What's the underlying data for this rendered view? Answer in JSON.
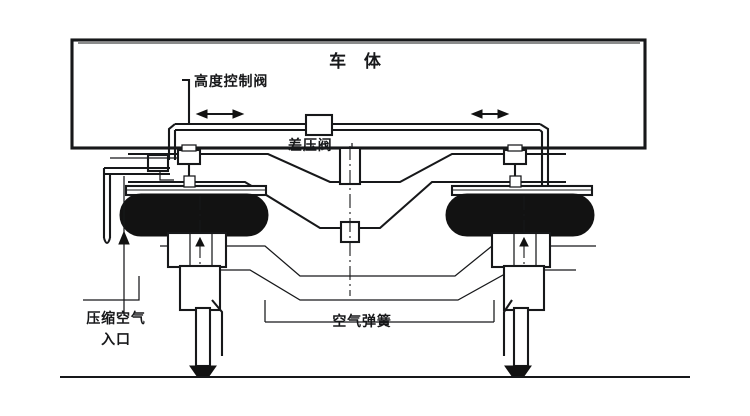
{
  "diagram": {
    "title_label": "车 体",
    "subject": "railway-air-spring-suspension-schematic",
    "background_color": "#ffffff",
    "line_color": "#17181a",
    "bellows_color": "#121212",
    "labels": {
      "car_body": "车 体",
      "height_control_valve": "高度控制阀",
      "differential_pressure_valve": "差压阀",
      "air_spring": "空气弹簧",
      "compressed_air_inlet_line1": "压缩空气",
      "compressed_air_inlet_line2": "入口"
    },
    "icons": {
      "flow_arrow_left": "double-arrow-icon",
      "flow_arrow_right": "double-arrow-icon",
      "inlet_arrow": "up-arrow-icon",
      "leader_line": "leader-line-icon"
    },
    "components": [
      {
        "name": "car-body",
        "label": "车 体"
      },
      {
        "name": "height-control-valve",
        "label": "高度控制阀"
      },
      {
        "name": "differential-pressure-valve",
        "label": "差压阀"
      },
      {
        "name": "air-spring-left",
        "label": "空气弹簧"
      },
      {
        "name": "air-spring-right",
        "label": "空气弹簧"
      },
      {
        "name": "compressed-air-inlet",
        "label": "压缩空气入口"
      },
      {
        "name": "bogie-frame",
        "label": ""
      },
      {
        "name": "wheel-left",
        "label": ""
      },
      {
        "name": "wheel-right",
        "label": ""
      },
      {
        "name": "rail-ground-line",
        "label": ""
      }
    ]
  }
}
